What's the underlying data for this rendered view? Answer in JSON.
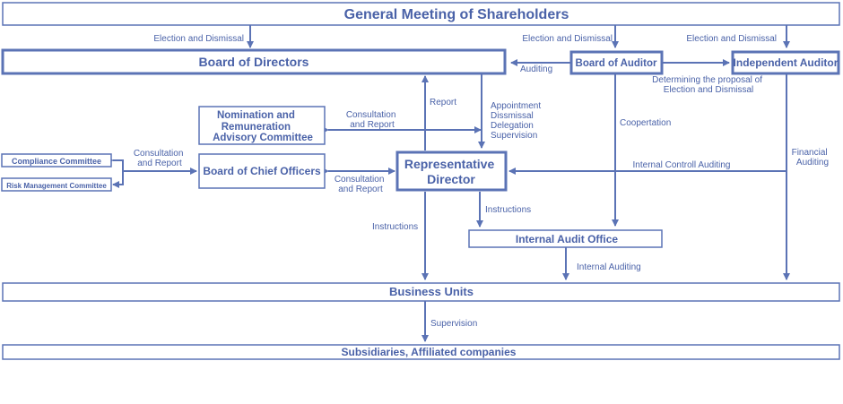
{
  "boxes": {
    "general_meeting": "General Meeting of Shareholders",
    "board_of_directors": "Board of Directors",
    "board_of_auditor": "Board of Auditor",
    "independent_auditor": "Independent Auditor",
    "nomination_committee": [
      "Nomination and",
      "Remuneration",
      "Advisory Committee"
    ],
    "compliance_committee": "Compliance Committee",
    "risk_committee": "Risk Management Committee",
    "board_of_chief_officers": "Board of Chief Officers",
    "representative_director": [
      "Representative",
      "Director"
    ],
    "internal_audit_office": "Internal Audit Office",
    "business_units": "Business Units",
    "subsidiaries": "Subsidiaries, Affiliated companies"
  },
  "labels": {
    "election_dismissal_1": "Election and Dismissal",
    "election_dismissal_2": "Election and Dismissal",
    "election_dismissal_3": "Election and Dismissal",
    "auditing": "Auditing",
    "determining": [
      "Determining the proposal of",
      "Election and Dismissal"
    ],
    "report": "Report",
    "appointment": [
      "Appointment",
      "Dissmissal",
      "Delegation",
      "Supervision"
    ],
    "consultation_nomination": [
      "Consultation",
      "and Report"
    ],
    "cooperation": "Coopertation",
    "consultation_committees": [
      "Consultation",
      "and Report"
    ],
    "consultation_chief": [
      "Consultation",
      "and Report"
    ],
    "internal_control_auditing": "Internal Controll Auditing",
    "financial_auditing": [
      "Financial",
      "Auditing"
    ],
    "instructions_left": "Instructions",
    "instructions_right": "Instructions",
    "internal_auditing": "Internal Auditing",
    "supervision": "Supervision"
  }
}
